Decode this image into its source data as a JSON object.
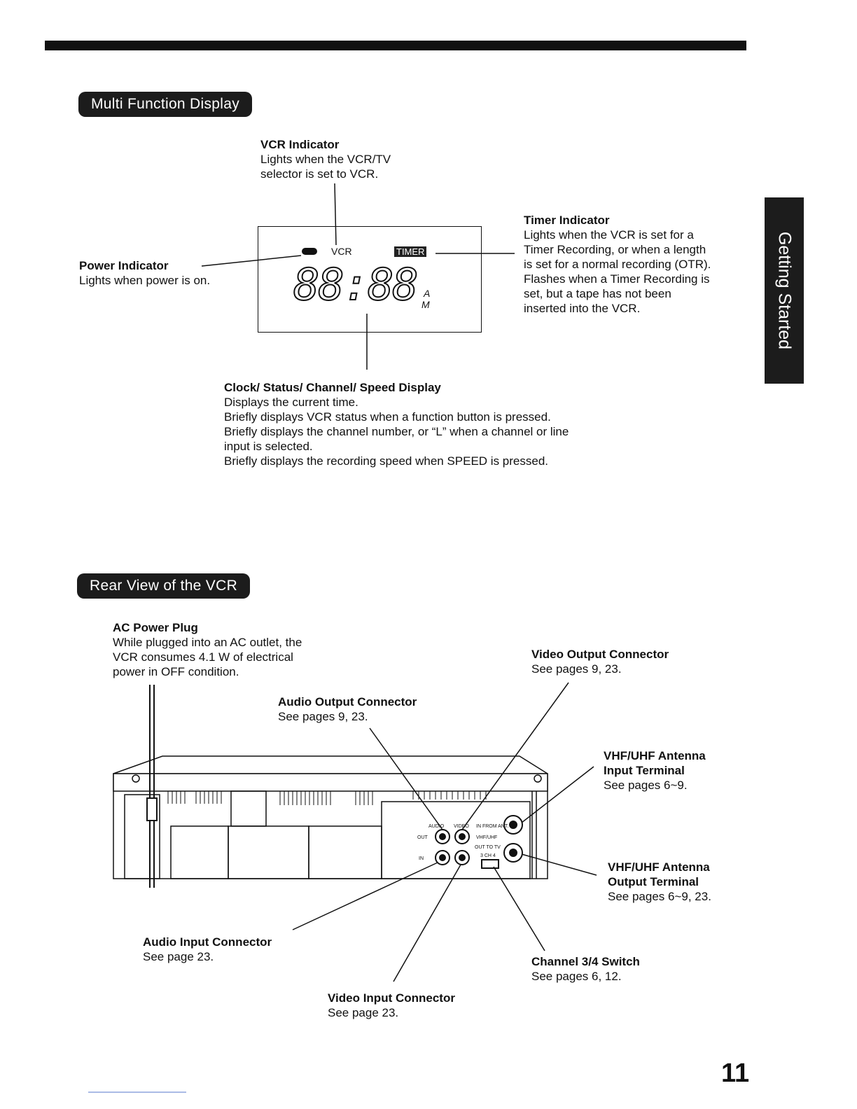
{
  "sections": {
    "multi_function_display": "Multi Function Display",
    "rear_view": "Rear View of the VCR"
  },
  "side_tab": "Getting Started",
  "page_number": "11",
  "display": {
    "vcr_label": "VCR",
    "timer_label": "TIMER",
    "digits": "88:88",
    "am": "A",
    "pm": "M"
  },
  "callouts": {
    "vcr_indicator": {
      "title": "VCR Indicator",
      "lines": [
        "Lights when the VCR/TV",
        "selector is set to VCR."
      ]
    },
    "timer_indicator": {
      "title": "Timer Indicator",
      "lines": [
        "Lights when the VCR is set for a",
        "Timer Recording, or when a length",
        "is set for a normal recording (OTR).",
        "Flashes when a Timer Recording is",
        "set, but a tape has not been",
        "inserted into the VCR."
      ]
    },
    "power_indicator": {
      "title": "Power Indicator",
      "lines": [
        "Lights when power is on."
      ]
    },
    "clock_display": {
      "title": "Clock/ Status/ Channel/ Speed Display",
      "lines": [
        "Displays the current time.",
        "Briefly displays VCR status when a function button is pressed.",
        "Briefly displays the channel number, or “L” when a channel or line",
        "input is selected.",
        "Briefly displays the recording speed when SPEED is pressed."
      ]
    },
    "ac_power_plug": {
      "title": "AC Power Plug",
      "lines": [
        "While plugged into an AC outlet, the",
        "VCR consumes 4.1 W of electrical",
        "power in OFF condition."
      ]
    },
    "video_output": {
      "title": "Video Output Connector",
      "lines": [
        "See pages 9, 23."
      ]
    },
    "audio_output": {
      "title": "Audio Output Connector",
      "lines": [
        "See pages 9, 23."
      ]
    },
    "antenna_input": {
      "title_lines": [
        "VHF/UHF Antenna",
        "Input Terminal"
      ],
      "lines": [
        "See pages 6~9."
      ]
    },
    "antenna_output": {
      "title_lines": [
        "VHF/UHF Antenna",
        "Output Terminal"
      ],
      "lines": [
        "See pages 6~9, 23."
      ]
    },
    "audio_input": {
      "title": "Audio Input Connector",
      "lines": [
        "See page 23."
      ]
    },
    "channel_switch": {
      "title": "Channel 3/4 Switch",
      "lines": [
        "See pages 6, 12."
      ]
    },
    "video_input": {
      "title": "Video Input Connector",
      "lines": [
        "See page 23."
      ]
    }
  },
  "rear_panel_labels": {
    "audio": "AUDIO",
    "video": "VIDEO",
    "out": "OUT",
    "in": "IN",
    "in_from_ant": "IN FROM ANT.",
    "vhf_uhf": "VHF/UHF",
    "out_to_tv": "OUT TO TV",
    "ch_switch": "3 CH 4"
  }
}
